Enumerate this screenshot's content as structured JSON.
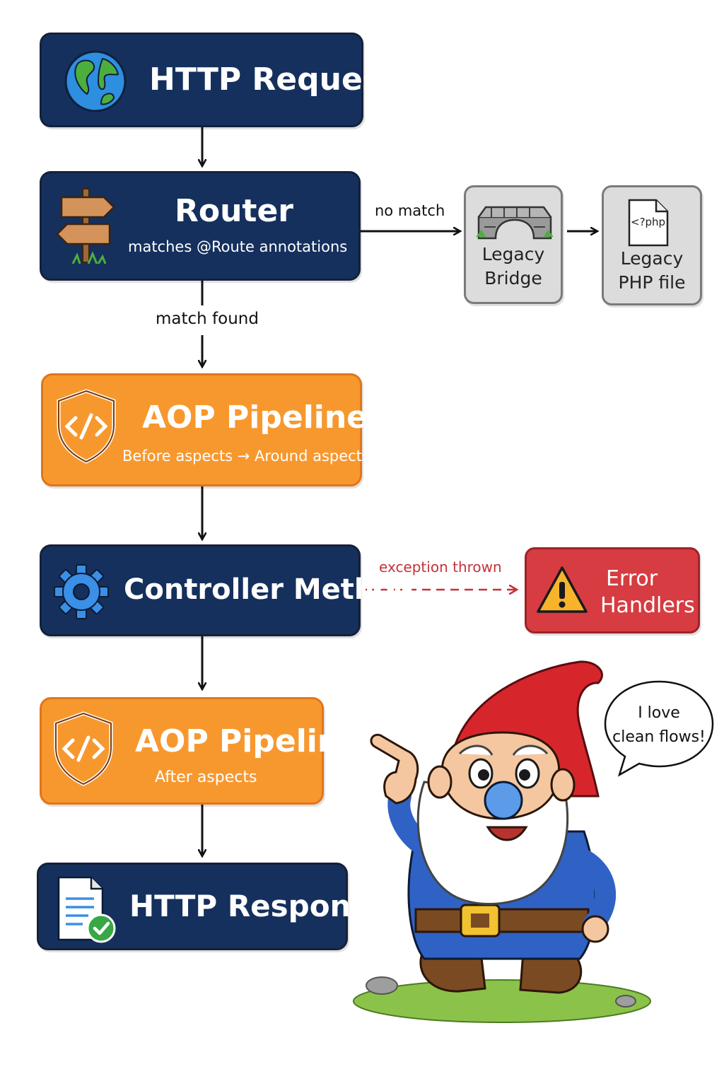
{
  "nodes": {
    "http_request": {
      "title": "HTTP Request"
    },
    "router": {
      "title": "Router",
      "subtitle": "matches @Route annotations"
    },
    "legacy_bridge": {
      "line1": "Legacy",
      "line2": "Bridge"
    },
    "legacy_php": {
      "line1": "Legacy",
      "line2": "PHP file",
      "icon_text": "<?php"
    },
    "aop_before": {
      "title": "AOP Pipeline",
      "subtitle": "Before aspects → Around aspects"
    },
    "controller": {
      "title": "Controller Method"
    },
    "error_handlers": {
      "line1": "Error",
      "line2": "Handlers"
    },
    "aop_after": {
      "title": "AOP Pipeline",
      "subtitle": "After aspects"
    },
    "http_response": {
      "title": "HTTP Response"
    }
  },
  "edges": {
    "no_match": "no match",
    "match_found": "match found",
    "exception_thrown": "exception thrown"
  },
  "mascot": {
    "speech_line1": "I love",
    "speech_line2": "clean flows!"
  },
  "icons": {
    "globe": "globe-icon",
    "signpost": "signpost-icon",
    "bridge": "bridge-icon",
    "php_file": "php-file-icon",
    "shield_code": "shield-code-icon",
    "gear": "gear-icon",
    "warning": "warning-icon",
    "document_check": "document-check-icon"
  },
  "colors": {
    "navy": "#15305d",
    "orange": "#f7982f",
    "error_red": "#d63c41",
    "legacy_gray": "#dcdcdc",
    "gear_blue": "#3a8fe6"
  }
}
